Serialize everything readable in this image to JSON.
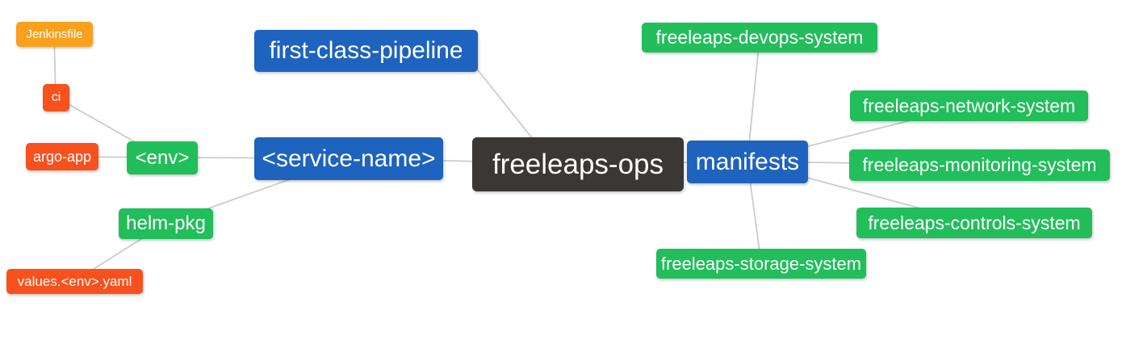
{
  "diagram": {
    "background": "#FFFFFF",
    "edge_color": "#CCCCCC",
    "palette": {
      "blue": "#1E63BE",
      "green": "#21BE5B",
      "red": "#F8511D",
      "orange": "#F9A01D",
      "dark": "#3B3735",
      "text": "#FFFFFF"
    },
    "nodes": {
      "jenkinsfile": {
        "label": "Jenkinsfile",
        "color": "#F9A01D"
      },
      "ci": {
        "label": "ci",
        "color": "#F8511D"
      },
      "argo_app": {
        "label": "argo-app",
        "color": "#F8511D"
      },
      "env": {
        "label": "<env>",
        "color": "#21BE5B"
      },
      "helm_pkg": {
        "label": "helm-pkg",
        "color": "#21BE5B"
      },
      "values_env_yaml": {
        "label": "values.<env>.yaml",
        "color": "#F8511D"
      },
      "first_class_pipeline": {
        "label": "first-class-pipeline",
        "color": "#1E63BE"
      },
      "service_name": {
        "label": "<service-name>",
        "color": "#1E63BE"
      },
      "freeleaps_ops": {
        "label": "freeleaps-ops",
        "color": "#3B3735"
      },
      "manifests": {
        "label": "manifests",
        "color": "#1E63BE"
      },
      "devops_system": {
        "label": "freeleaps-devops-system",
        "color": "#21BE5B"
      },
      "network_system": {
        "label": "freeleaps-network-system",
        "color": "#21BE5B"
      },
      "monitoring_system": {
        "label": "freeleaps-monitoring-system",
        "color": "#21BE5B"
      },
      "controls_system": {
        "label": "freeleaps-controls-system",
        "color": "#21BE5B"
      },
      "storage_system": {
        "label": "freeleaps-storage-system",
        "color": "#21BE5B"
      }
    }
  }
}
